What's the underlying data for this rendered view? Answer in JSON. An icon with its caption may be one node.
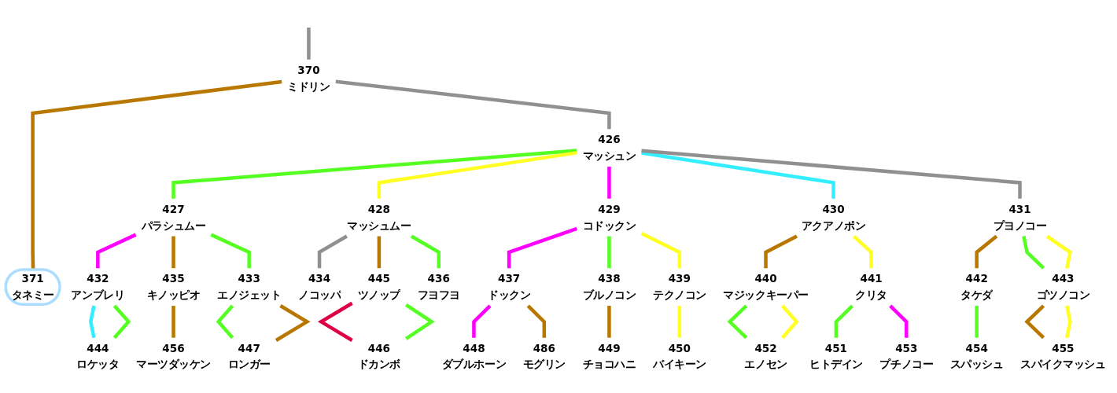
{
  "diagram": {
    "nodes": [
      {
        "text": [
          "370",
          "ミドリン"
        ]
      },
      {
        "text": [
          "371",
          "タネミー"
        ]
      },
      {
        "text": [
          "426",
          "マッシュン"
        ]
      },
      {
        "text": [
          "427",
          "パラシュムー"
        ]
      },
      {
        "text": [
          "428",
          "マッシュムー"
        ]
      },
      {
        "text": [
          "429",
          "コドックン"
        ]
      },
      {
        "text": [
          "430",
          "アクアノポン"
        ]
      },
      {
        "text": [
          "431",
          "プヨノコー"
        ]
      },
      {
        "text": [
          "432",
          "アンブレリ"
        ]
      },
      {
        "text": [
          "435",
          "キノッピオ"
        ]
      },
      {
        "text": [
          "433",
          "エノジェット"
        ]
      },
      {
        "text": [
          "434",
          "ノコッパ"
        ]
      },
      {
        "text": [
          "445",
          "ツノップ"
        ]
      },
      {
        "text": [
          "436",
          "フヨフヨ"
        ]
      },
      {
        "text": [
          "437",
          "ドックン"
        ]
      },
      {
        "text": [
          "438",
          "ブルノコン"
        ]
      },
      {
        "text": [
          "439",
          "テクノコン"
        ]
      },
      {
        "text": [
          "440",
          "マジックキーパー"
        ]
      },
      {
        "text": [
          "441",
          "クリタ"
        ]
      },
      {
        "text": [
          "442",
          "タケダ"
        ]
      },
      {
        "text": [
          "443",
          "ゴツノコン"
        ]
      },
      {
        "text": [
          "444",
          "ロケッタ"
        ]
      },
      {
        "text": [
          "456",
          "マーツダッケン"
        ]
      },
      {
        "text": [
          "447",
          "ロンガー"
        ]
      },
      {
        "text": [
          "446",
          "ドカンボ"
        ]
      },
      {
        "text": [
          "448",
          "ダブルホーン"
        ]
      },
      {
        "text": [
          "486",
          "モグリン"
        ]
      },
      {
        "text": [
          "449",
          "チョコハニ"
        ]
      },
      {
        "text": [
          "450",
          "バイキーン"
        ]
      },
      {
        "text": [
          "452",
          "エノセン"
        ]
      },
      {
        "text": [
          "451",
          "ヒトデイン"
        ]
      },
      {
        "text": [
          "453",
          "プチノコー"
        ]
      },
      {
        "text": [
          "454",
          "スパッシュ"
        ]
      },
      {
        "text": [
          "455",
          "スパイクマッシュ"
        ]
      }
    ],
    "edges": [
      {
        "from": null,
        "to": 0,
        "arrow": "none",
        "color": "#909090"
      },
      {
        "from": 0,
        "to": 1,
        "arrow": "none",
        "color": "#b87800"
      },
      {
        "from": 0,
        "to": 2,
        "arrow": "none",
        "color": "#909090"
      },
      {
        "from": 2,
        "to": 3,
        "arrow": "none",
        "color": "#55ff22"
      },
      {
        "from": 2,
        "to": 4,
        "arrow": "none",
        "color": "#ffff22"
      },
      {
        "from": 2,
        "to": 5,
        "arrow": "none",
        "color": "#ff00ff"
      },
      {
        "from": 2,
        "to": 6,
        "arrow": "none",
        "color": "#33eeff"
      },
      {
        "from": 2,
        "to": 7,
        "arrow": "none",
        "color": "#909090"
      },
      {
        "from": 3,
        "to": 8,
        "arrow": "none",
        "color": "#ff00ff"
      },
      {
        "from": 3,
        "to": 9,
        "arrow": "none",
        "color": "#b87800"
      },
      {
        "from": 3,
        "to": 10,
        "arrow": "none",
        "color": "#55ff22"
      },
      {
        "from": 4,
        "to": 11,
        "arrow": "none",
        "color": "#909090"
      },
      {
        "from": 4,
        "to": 12,
        "arrow": "none",
        "color": "#b87800"
      },
      {
        "from": 4,
        "to": 13,
        "arrow": "none",
        "color": "#55ff22"
      },
      {
        "from": 5,
        "to": 14,
        "arrow": "none",
        "color": "#ff00ff"
      },
      {
        "from": 5,
        "to": 15,
        "arrow": "none",
        "color": "#55ff22"
      },
      {
        "from": 5,
        "to": 16,
        "arrow": "none",
        "color": "#ffff22"
      },
      {
        "from": 6,
        "to": 17,
        "arrow": "none",
        "color": "#b87800"
      },
      {
        "from": 6,
        "to": 18,
        "arrow": "none",
        "color": "#ffff22"
      },
      {
        "from": 7,
        "to": 19,
        "arrow": "none",
        "color": "#b87800"
      },
      {
        "from": 7,
        "to": 20,
        "arrow": "none",
        "color": "#55ff22"
      },
      {
        "from": 7,
        "to": 20,
        "arrow": "none",
        "color": "#ffff22"
      },
      {
        "from": 8,
        "to": 21,
        "arrow": "none",
        "color": "#33eeff"
      },
      {
        "from": 8,
        "to": 21,
        "arrow": "none",
        "color": "#55ff22"
      },
      {
        "from": 9,
        "to": 22,
        "arrow": "none",
        "color": "#b87800"
      },
      {
        "from": 10,
        "to": 23,
        "arrow": "none",
        "color": "#55ff22"
      },
      {
        "from": 10,
        "to": 23,
        "arrow": "none",
        "color": "#b87800"
      },
      {
        "from": 12,
        "to": 24,
        "arrow": "none",
        "color": "#dd0044"
      },
      {
        "from": 12,
        "to": 24,
        "arrow": "none",
        "color": "#55ff22"
      },
      {
        "from": 14,
        "to": 25,
        "arrow": "none",
        "color": "#ff00ff"
      },
      {
        "from": 14,
        "to": 26,
        "arrow": "none",
        "color": "#b87800"
      },
      {
        "from": 15,
        "to": 27,
        "arrow": "none",
        "color": "#b87800"
      },
      {
        "from": 16,
        "to": 28,
        "arrow": "none",
        "color": "#ffff22"
      },
      {
        "from": 17,
        "to": 29,
        "arrow": "none",
        "color": "#55ff22"
      },
      {
        "from": 17,
        "to": 29,
        "arrow": "none",
        "color": "#ffff22"
      },
      {
        "from": 18,
        "to": 30,
        "arrow": "none",
        "color": "#55ff22"
      },
      {
        "from": 18,
        "to": 31,
        "arrow": "none",
        "color": "#ff00ff"
      },
      {
        "from": 19,
        "to": 32,
        "arrow": "none",
        "color": "#55ff22"
      },
      {
        "from": 20,
        "to": 33,
        "arrow": "none",
        "color": "#b87800"
      },
      {
        "from": 20,
        "to": 33,
        "arrow": "none",
        "color": "#ffff22"
      }
    ]
  }
}
